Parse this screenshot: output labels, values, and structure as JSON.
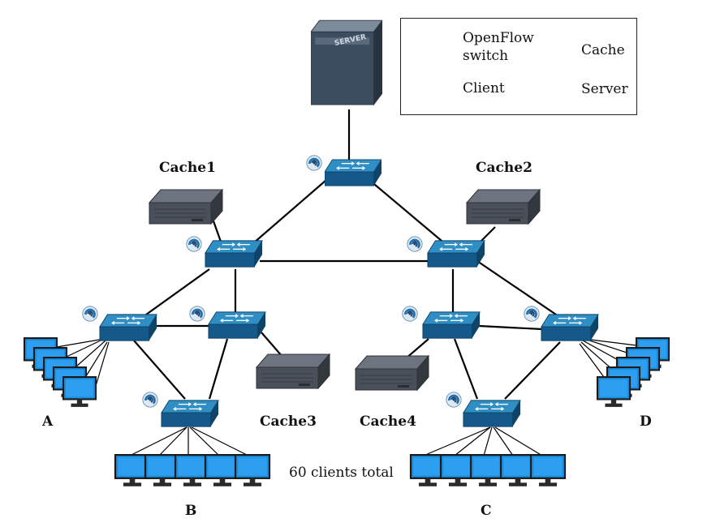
{
  "legend": {
    "switch_label": "OpenFlow\nswitch",
    "switch_line1": "OpenFlow",
    "switch_line2": "switch",
    "cache_label": "Cache",
    "client_label": "Client",
    "server_label": "Server"
  },
  "server": {
    "label": "SERVER"
  },
  "caches": [
    "Cache1",
    "Cache2",
    "Cache3",
    "Cache4"
  ],
  "groups": [
    "A",
    "B",
    "C",
    "D"
  ],
  "total_text": "60 clients total",
  "colors": {
    "switch_top": "#2f8fc4",
    "switch_side": "#14547e",
    "client_screen": "#1a8fe0",
    "cache_body": "#4e5561",
    "server_body": "#3b4a5c",
    "link": "#000000"
  },
  "icons": {
    "switch": "openflow-switch-icon",
    "cache": "cache-icon",
    "client": "client-monitor-icon",
    "server": "server-icon",
    "controller": "openflow-controller-icon"
  }
}
